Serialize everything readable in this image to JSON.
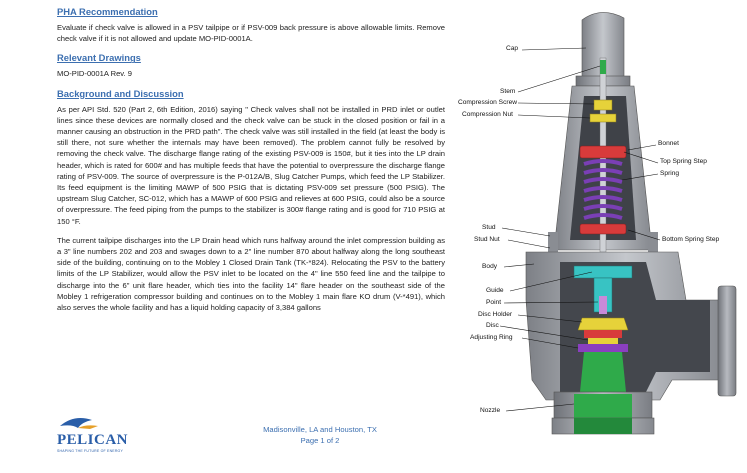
{
  "sections": [
    {
      "heading": "PHA Recommendation",
      "paragraphs": [
        "Evaluate if check valve is allowed in a PSV tailpipe or if PSV-009 back pressure is above allowable limits. Remove check valve if it is not allowed and update MO-PID-0001A."
      ]
    },
    {
      "heading": "Relevant Drawings",
      "paragraphs": [
        "MO-PID-0001A Rev. 9"
      ]
    },
    {
      "heading": "Background and Discussion",
      "paragraphs": [
        "As per API Std. 520 (Part 2, 6th Edition, 2016) saying \" Check valves shall not be installed in PRD inlet or outlet lines since these devices are normally closed and the check valve can be stuck in the closed position or fail in a manner causing an obstruction in the PRD path\". The check valve was still installed in the field (at least the body is still there, not sure whether the internals may have been removed). The problem cannot fully be resolved by removing the check valve. The discharge flange rating of the existing PSV-009 is 150#, but it ties into the LP drain header, which is rated for 600# and has multiple feeds that have the potential to overpressure the discharge flange rating of PSV-009. The source of overpressure is the P-012A/B, Slug Catcher Pumps, which feed the LP Stabilizer. Its feed equipment is the limiting MAWP of 500 PSIG that is dictating PSV-009 set pressure (500 PSIG). The upstream Slug Catcher, SC-012, which has a MAWP of 600 PSIG and relieves at 600 PSIG, could also be a source of overpressure. The feed piping from the pumps to the stabilizer is 300# flange rating and is good for 710 PSIG at 150 °F.",
        "The current tailpipe discharges into the LP Drain head which runs halfway around the inlet compression building as a 3\" line numbers 202 and 203 and swages down to a 2\" line number 870 about halfway along the long southeast side of the building, continuing on to the Mobley 1 Closed Drain Tank (TK-*824). Relocating the PSV to the battery limits of the LP Stabilizer, would allow the PSV inlet to be located on the 4\" line 550 feed line and the tailpipe to discharge into the 6\" unit flare header, which ties into the facility 14\" flare header on the southeast side of the Mobley 1 refrigeration compressor building and continues on to the Mobley 1 main flare KO drum (V-*491), which also serves the whole facility and has a liquid holding capacity of 3,384 gallons"
      ]
    }
  ],
  "footer": {
    "location": "Madisonville, LA and Houston, TX",
    "page": "Page 1 of 2",
    "logo_name": "PELICAN",
    "logo_tagline": "SHAPING THE FUTURE OF ENERGY"
  },
  "figure_labels": {
    "cap": "Cap",
    "stem": "Stem",
    "compression_screw": "Compression Screw",
    "compression_nut": "Compression Nut",
    "bonnet": "Bonnet",
    "top_spring_step": "Top Spring Step",
    "spring": "Spring",
    "stud": "Stud",
    "stud_nut": "Stud Nut",
    "bottom_spring_step": "Bottom Spring Step",
    "body": "Body",
    "guide": "Guide",
    "point": "Point",
    "disc_holder": "Disc Holder",
    "disc": "Disc",
    "adjusting_ring": "Adjusting Ring",
    "nozzle": "Nozzle"
  },
  "colors": {
    "heading": "#3c6fb0",
    "spring": "#7a3fb5",
    "nozzle": "#2faa4a",
    "guide": "#38c3c3",
    "yellow_parts": "#e6d23a",
    "red_steps": "#d83b3b",
    "body_gray": "#9a9da3"
  }
}
